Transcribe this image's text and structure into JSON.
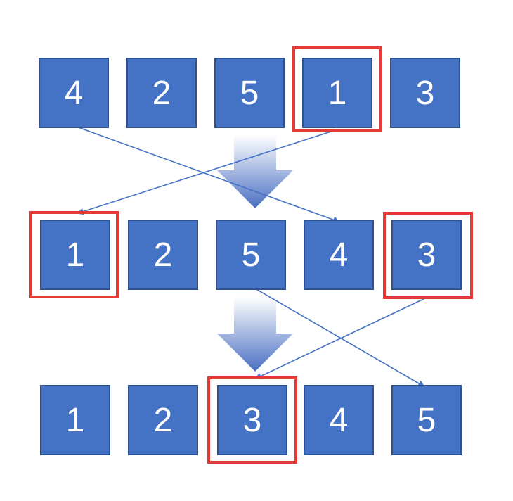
{
  "rows": [
    {
      "values": [
        "4",
        "2",
        "5",
        "1",
        "3"
      ],
      "highlight": [
        3
      ]
    },
    {
      "values": [
        "1",
        "2",
        "5",
        "4",
        "3"
      ],
      "highlight": [
        0,
        4
      ]
    },
    {
      "values": [
        "1",
        "2",
        "3",
        "4",
        "5"
      ],
      "highlight": [
        2
      ]
    }
  ],
  "colors": {
    "box_fill": "#4472c4",
    "box_border": "#2f528f",
    "highlight": "#e53935",
    "connector": "#4472c4",
    "arrow_top": "#ffffff",
    "arrow_bottom": "#4a6fc2"
  }
}
